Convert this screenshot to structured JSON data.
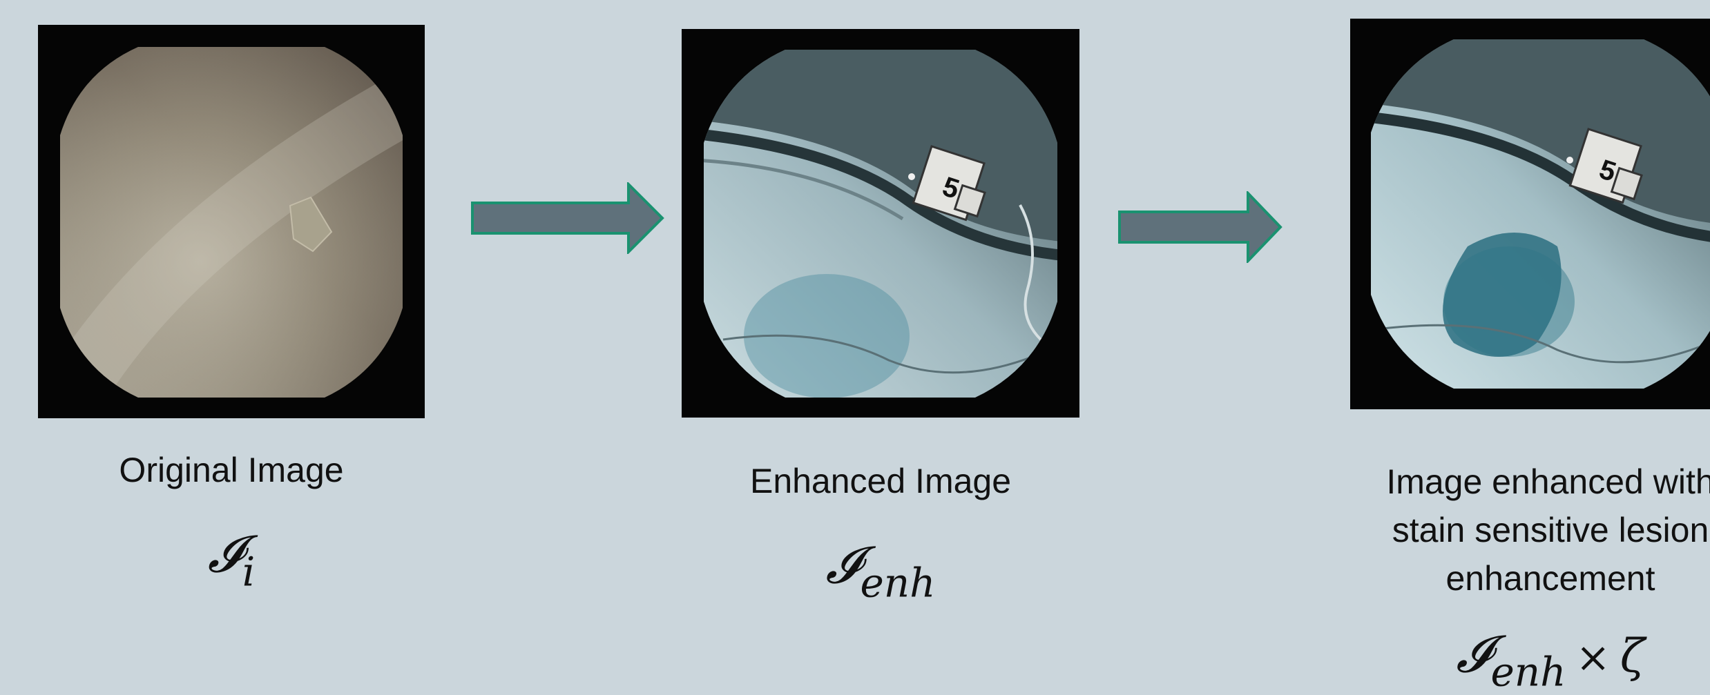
{
  "panels": [
    {
      "caption_lines": [
        "Original Image"
      ],
      "formula": {
        "symbol": "𝓘",
        "subscript": "i"
      },
      "image": "original-endoscopy-frame"
    },
    {
      "caption_lines": [
        "Enhanced Image"
      ],
      "formula": {
        "symbol": "𝓘",
        "subscript": "enh"
      },
      "image": "enhanced-endoscopy-frame",
      "marker_label": "5"
    },
    {
      "caption_lines": [
        "Image enhanced with",
        "stain sensitive lesion",
        "enhancement"
      ],
      "formula": {
        "symbol": "𝓘",
        "subscript": "enh",
        "operator": "×",
        "factor": "ζ"
      },
      "image": "stain-enhanced-endoscopy-frame",
      "marker_label": "5"
    }
  ],
  "arrows": [
    "arrow-right-icon",
    "arrow-right-icon"
  ],
  "colors": {
    "background": "#cbd6dc",
    "arrow_fill": "#5f717b",
    "arrow_stroke": "#1a9270",
    "panel_border": "#050505"
  }
}
